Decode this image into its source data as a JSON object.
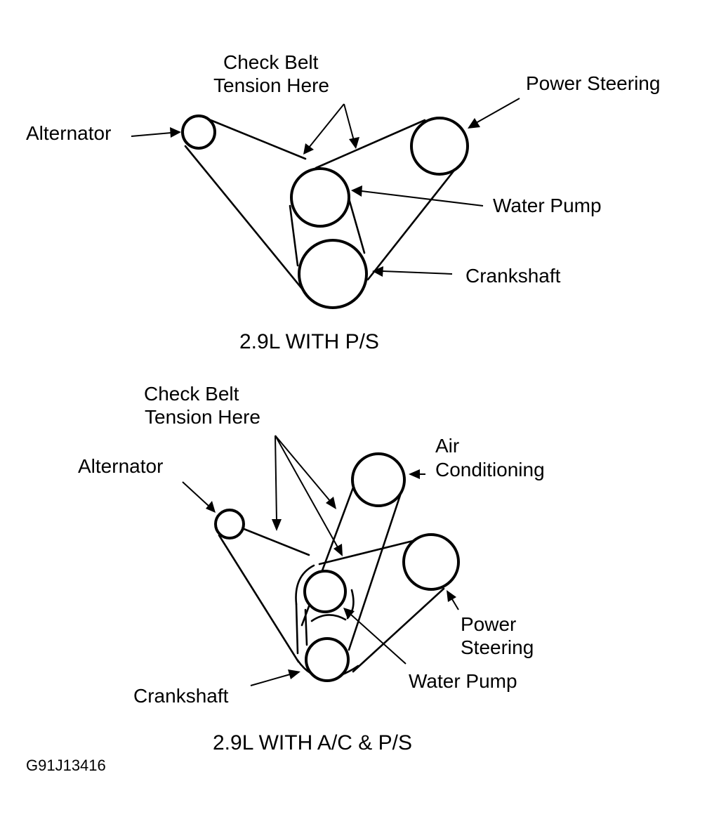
{
  "figure_code": "G91J13416",
  "diagram_top": {
    "caption": "2.9L WITH P/S",
    "labels": {
      "check_belt_line1": "Check Belt",
      "check_belt_line2": "Tension Here",
      "power_steering": "Power Steering",
      "alternator": "Alternator",
      "water_pump": "Water Pump",
      "crankshaft": "Crankshaft"
    }
  },
  "diagram_bottom": {
    "caption": "2.9L WITH A/C & P/S",
    "labels": {
      "check_belt_line1": "Check Belt",
      "check_belt_line2": "Tension Here",
      "alternator": "Alternator",
      "air_line1": "Air",
      "air_line2": "Conditioning",
      "power_steering_line1": "Power",
      "power_steering_line2": "Steering",
      "water_pump": "Water Pump",
      "crankshaft": "Crankshaft"
    }
  }
}
